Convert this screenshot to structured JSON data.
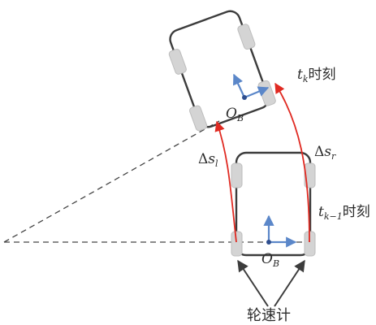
{
  "labels": {
    "tk_sym": "t",
    "tk_sub": "k",
    "tk_text": "时刻",
    "tk1_sym": "t",
    "tk1_sub": "k−1",
    "tk1_text": "时刻",
    "ob_top_sym": "O",
    "ob_top_sub": "B",
    "ob_bottom_sym": "O",
    "ob_bottom_sub": "B",
    "dsl_delta": "Δ",
    "dsl_sym": "s",
    "dsl_sub": "l",
    "dsr_delta": "Δ",
    "dsr_sym": "s",
    "dsr_sub": "r",
    "odometer": "轮速计"
  },
  "colors": {
    "body_outline": "#3c3c3c",
    "wheel": "#d4d4d4",
    "path": "#e02a22",
    "axis": "#5b87c9",
    "origin_dot": "#2f4f8f",
    "dashed": "#444444"
  },
  "icons": {
    "wheel": "rounded-rect-wheel",
    "axis_arrow": "arrow-icon"
  }
}
